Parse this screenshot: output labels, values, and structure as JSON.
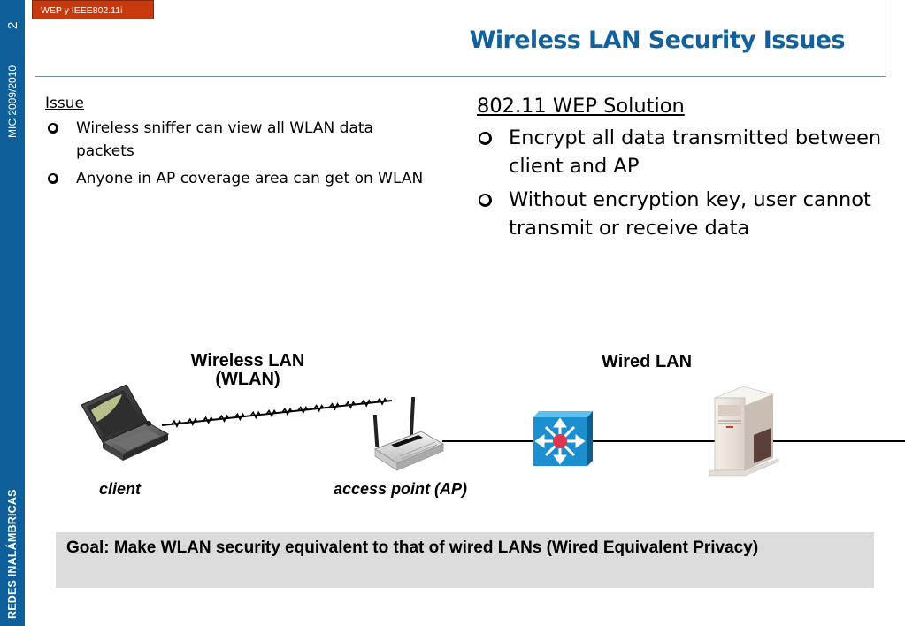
{
  "sidebar": {
    "page_number": "2",
    "course": "MIC 2009/2010",
    "footer": "REDES INALÁMBRICAS"
  },
  "header": {
    "section_tag": "WEP y IEEE802.11i",
    "title": "Wireless LAN Security Issues"
  },
  "issue": {
    "heading": "Issue",
    "bullets": [
      "Wireless sniffer can view all WLAN data packets",
      "Anyone in AP coverage area can get on WLAN"
    ]
  },
  "solution": {
    "heading": "802.11 WEP Solution",
    "bullets": [
      "Encrypt all data transmitted between client and AP",
      "Without encryption key, user cannot transmit or receive data"
    ]
  },
  "diagram": {
    "wlan_label_line1": "Wireless LAN",
    "wlan_label_line2": "(WLAN)",
    "wired_label": "Wired LAN",
    "client_label": "client",
    "ap_label": "access point (AP)",
    "icons": [
      "laptop-icon",
      "wireless-link-icon",
      "access-point-icon",
      "switch-icon",
      "server-icon"
    ],
    "colors": {
      "switch_body": "#1b8fcf",
      "switch_hub": "#e0344f",
      "server_body": "#ece4dd"
    }
  },
  "goal": {
    "text": "Goal: Make WLAN security equivalent to that of wired LANs (Wired Equivalent Privacy)"
  },
  "theme": {
    "sidebar_color": "#0f5f9a",
    "title_color": "#11629c",
    "tag_color": "#c8390e",
    "goal_bg": "#dcdcdc"
  }
}
